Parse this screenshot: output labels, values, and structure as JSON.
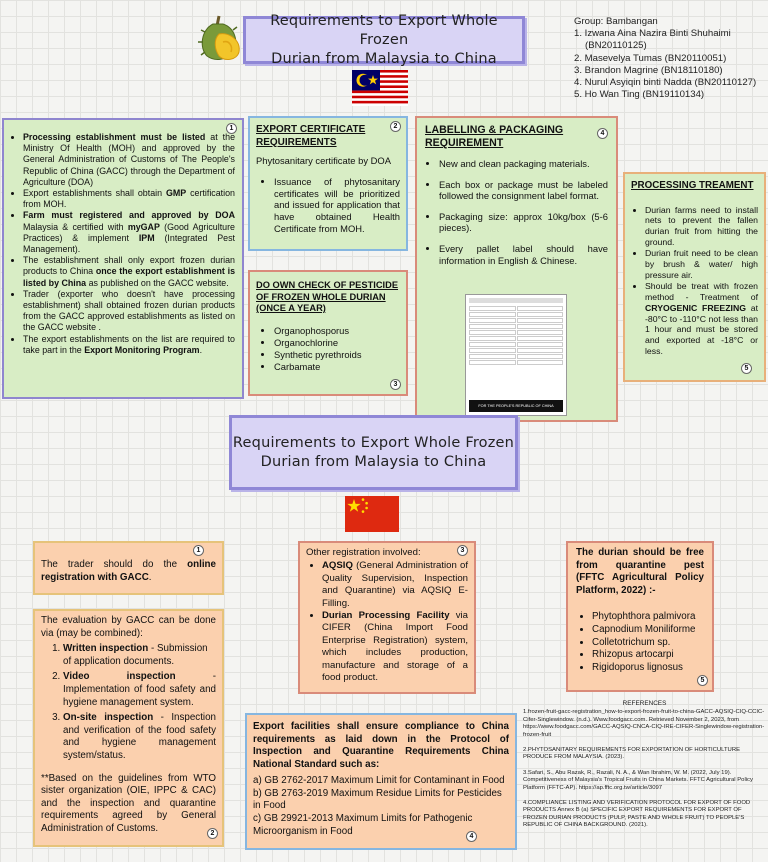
{
  "title1": [
    "Requirements to Export Whole Frozen",
    "Durian from Malaysia to China"
  ],
  "title2": [
    "Requirements to Export Whole Frozen",
    "Durian from Malaysia to China"
  ],
  "group": {
    "heading": "Group: Bambangan",
    "members": [
      "1. Izwana Aina Nazira Binti Shuhaimi",
      "(BN20110125)",
      "2. Masevelya Tumas (BN20110051)",
      "3. Brandon Magrine (BN18110180)",
      "4. Nurul Asyiqin binti Nadda (BN20110127)",
      "5. Ho Wan Ting (BN19110134)"
    ]
  },
  "malaysia": {
    "box1": {
      "num": "1",
      "items": [
        {
          "b": "Processing establishment must be listed",
          "t": " at the Ministry Of Health (MOH) and approved by the General Administration of Customs of The People's Republic of China (GACC) through the Department of Agriculture (DOA)"
        },
        {
          "t": "Export establishments shall obtain ",
          "b2": "GMP",
          "t2": " certification from MOH."
        },
        {
          "b": "Farm must registered and approved by DOA",
          "t": " Malaysia & certified with ",
          "b2": "myGAP",
          "t2": " (Good Agriculture Practices) & implement ",
          "b3": "IPM",
          "t3": " (Integrated Pest Management)."
        },
        {
          "t": "The establishment shall only export frozen durian products to China ",
          "b2": "once the export establishment is listed by China",
          "t2": " as published on the GACC website."
        },
        {
          "t": "Trader (exporter who doesn't have processing establishment) shall obtained frozen durian products from the GACC approved establishments as listed on the GACC website ."
        },
        {
          "t": "The export establishments on the list are required to take part in the ",
          "b2": "Export Monitoring Program",
          "t2": "."
        }
      ]
    },
    "box2": {
      "num": "2",
      "heading": "EXPORT CERTIFICATE REQUIREMENTS",
      "intro": "Phytosanitary certificate by DOA",
      "items": [
        "Issuance of phytosanitary certificates will be prioritized and issued for application that have obtained Health Certificate from MOH."
      ]
    },
    "box3": {
      "num": "3",
      "heading": "DO OWN CHECK OF PESTICIDE OF FROZEN WHOLE DURIAN (ONCE A YEAR)",
      "items": [
        "Organophosporus",
        "Organochlorine",
        "Synthetic pyrethroids",
        "Carbamate"
      ]
    },
    "box4": {
      "num": "4",
      "heading": "LABELLING & PACKAGING REQUIREMENT",
      "items": [
        "New and clean packaging materials.",
        "Each box or package must be labeled followed the consignment label format.",
        "Packaging size: approx 10kg/box (5-6 pieces).",
        "Every pallet label should have information in English & Chinese."
      ],
      "label_caption": "FOR THE PEOPLE'S REPUBLIC OF CHINA"
    },
    "box5": {
      "num": "5",
      "heading": "PROCESSING TREAMENT",
      "items": [
        {
          "t": "Durian farms need to install nets to prevent the fallen durian fruit from hitting the ground."
        },
        {
          "t": "Durian fruit need to be clean by brush & water/ high pressure air."
        },
        {
          "t": "Should be treat with frozen method - Treatment of ",
          "b2": "CRYOGENIC FREEZING",
          "t2": " at -80°C to -110°C not less than 1 hour and must be stored and exported at -18°C or less."
        }
      ]
    }
  },
  "china": {
    "box1": {
      "num": "1",
      "t": "The trader should do the ",
      "b": "online registration with GACC",
      "t2": "."
    },
    "box2": {
      "num": "2",
      "intro": "The evaluation by GACC can be done via (may be combined):",
      "items": [
        {
          "b": "Written inspection",
          "t": " - Submission of application documents."
        },
        {
          "b": "Video inspection",
          "t": " - Implementation of food safety and hygiene management system."
        },
        {
          "b": "On-site inspection",
          "t": " - Inspection and verification of the food safety and hygiene management system/status."
        }
      ],
      "note": "**Based on the guidelines from WTO sister organization (OIE, IPPC & CAC) and the inspection and quarantine requirements agreed by General Administration of Customs."
    },
    "box3": {
      "num": "3",
      "intro": "Other registration involved:",
      "items": [
        {
          "b": "AQSIQ",
          "t": " (General Administration of Quality Supervision, Inspection and Quarantine) via AQSIQ E-Filling."
        },
        {
          "b": "Durian Processing Facility",
          "t": " via CIFER (China Import Food Enterprise Registration) system, which includes production, manufacture and storage of a food product."
        }
      ]
    },
    "box4": {
      "num": "4",
      "intro": "Export facilities shall ensure compliance to China requirements as laid down in the Protocol of Inspection and Quarantine Requirements China National Standard such as:",
      "items": [
        "a) GB 2762-2017 Maximum Limit for Contaminant in Food",
        "b) GB 2763-2019 Maximum Residue Limits for Pesticides in Food",
        "c) GB 29921-2013 Maximum Limits for Pathogenic Microorganism in Food"
      ]
    },
    "box5": {
      "num": "5",
      "intro": "The durian should be free from quarantine pest (FFTC Agricultural Policy Platform, 2022) :-",
      "items": [
        "Phytophthora palmivora",
        "Capnodium Moniliforme",
        "Colletotrichum sp.",
        "Rhizopus artocarpi",
        "Rigidoporus lignosus"
      ]
    }
  },
  "references": {
    "heading": "REFERENCES",
    "items": [
      "1.frozen-fruit-gacc-registration_how-to-export-frozen-fruit-to-china-GACC-AQSIQ-CIQ-CCIC-Cifer-Singlewindow. (n.d.). Www.foodgacc.com. Retrieved November 2, 2023, from https://www.foodgacc.com/GACC-AQSIQ-CNCA-CIQ-IRE-CIFER-Singlewindow-registration-frozen-fruit",
      "2.PHYTOSANITARY REQUIREMENTS FOR EXPORTATION OF HORTICULTURE PRODUCE FROM MALAYSIA. (2023).",
      "3.Safari, S., Abu Razak, R., Razali, N. A., & Wan Ibrahim, W. M. (2022, July 19). Competitiveness of Malaysia's Tropical Fruits in China Markets. FFTC Agricultural Policy Platform (FFTC-AP). https://ap.fftc.org.tw/article/3097",
      "4.COMPLIANCE LISTING AND VERIFICATION PROTOCOL FOR EXPORT OF FOOD PRODUCTS Annex B (a) SPECIFIC EXPORT REQUIREMENTS FOR EXPORT OF FROZEN DURIAN PRODUCTS (PULP, PASTE AND WHOLE FRUIT) TO PEOPLE'S REPUBLIC OF CHINA BACKGROUND. (2021)."
    ]
  }
}
